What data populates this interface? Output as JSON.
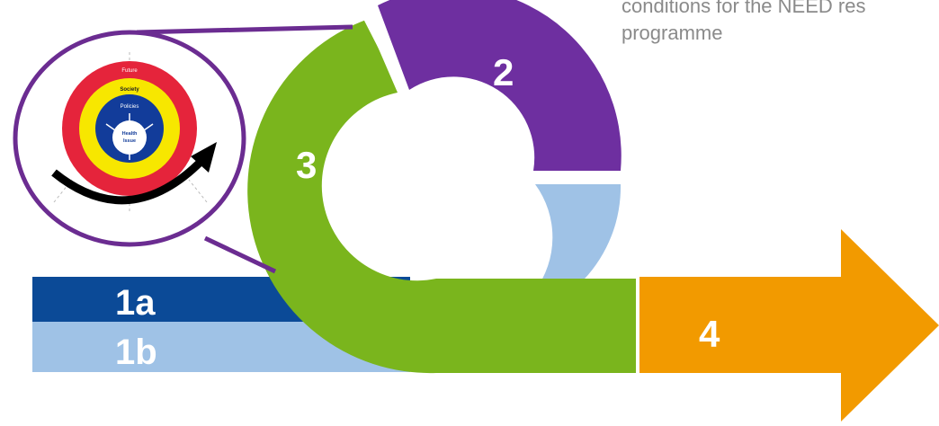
{
  "caption": {
    "line1": "conditions for the NEED res",
    "line2": "programme"
  },
  "labels": {
    "l1a": "1a",
    "l1b": "1b",
    "l2": "2",
    "l3": "3",
    "l4": "4"
  },
  "inset": {
    "ring_outer": "Future",
    "ring_society": "Society",
    "ring_policies": "Policies",
    "core_line1": "Health",
    "core_line2": "Issue"
  },
  "colors": {
    "dark_blue": "#0b4a97",
    "light_blue": "#9fc2e6",
    "purple": "#6e2fa0",
    "green": "#7ab51d",
    "orange": "#f29a00",
    "inset_red": "#e5243b",
    "inset_yellow": "#f7e700",
    "inset_blue": "#123c9a",
    "inset_outline": "#6b2c91",
    "caption": "#8a8a8a"
  }
}
